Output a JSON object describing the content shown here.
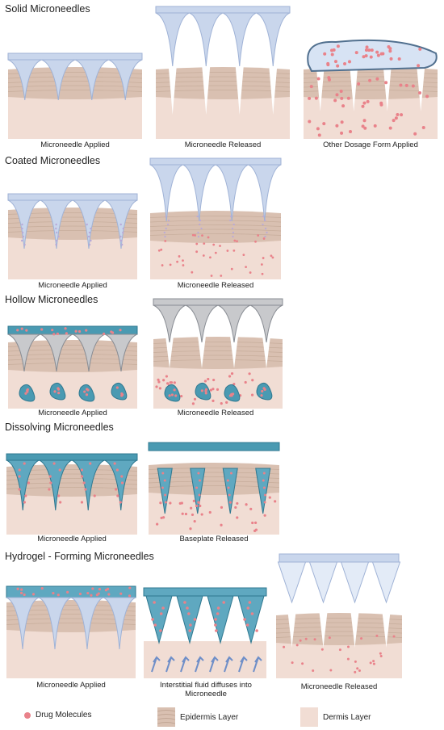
{
  "sections": [
    {
      "title": "Solid Microneedles",
      "captions": [
        "Microneedle Applied",
        "Microneedle Released",
        "Other Dosage Form Applied"
      ]
    },
    {
      "title": "Coated Microneedles",
      "captions": [
        "Microneedle Applied",
        "Microneedle Released"
      ]
    },
    {
      "title": "Hollow Microneedles",
      "captions": [
        "Microneedle Applied",
        "Microneedle Released"
      ]
    },
    {
      "title": "Dissolving Microneedles",
      "captions": [
        "Microneedle Applied",
        "Baseplate Released"
      ]
    },
    {
      "title": "Hydrogel - Forming Microneedles",
      "captions": [
        "Microneedle Applied",
        "Interstitial fluid diffuses into Microneedle",
        "Microneedle Released"
      ]
    }
  ],
  "legend": {
    "drug": "Drug Molecules",
    "epidermis": "Epidermis Layer",
    "dermis": "Dermis Layer"
  },
  "colors": {
    "dermis": "#f1ddd4",
    "epidermis": "#d9c0b1",
    "epidermis_line": "#c2a796",
    "needle_light": "#c9d6ec",
    "needle_dark": "#9fb2d6",
    "needle_gray": "#c8c9cc",
    "drug_teal": "#4a9ab2",
    "drug_dot": "#e9828a"
  }
}
